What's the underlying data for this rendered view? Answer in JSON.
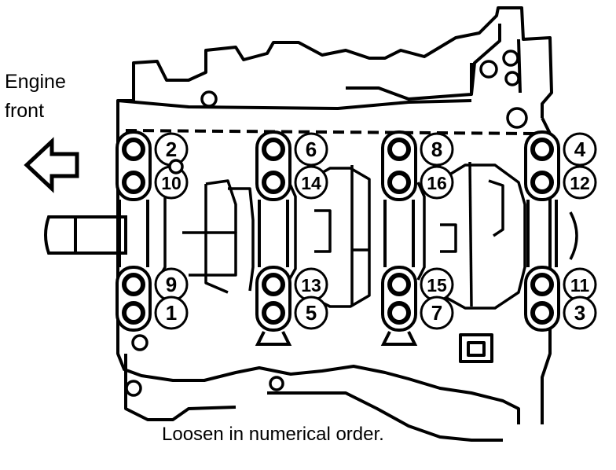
{
  "labels": {
    "engine_front_line1": "Engine",
    "engine_front_line2": "front",
    "instruction": "Loosen in numerical order."
  },
  "colors": {
    "ink": "#000000",
    "paper": "#ffffff"
  },
  "icons": {
    "direction": "left-arrow-outline-icon"
  },
  "bolt_sequence": [
    {
      "column": 1,
      "pair": "upper",
      "front": "2",
      "rear": "10"
    },
    {
      "column": 1,
      "pair": "lower",
      "front": "9",
      "rear": "1"
    },
    {
      "column": 2,
      "pair": "upper",
      "front": "6",
      "rear": "14"
    },
    {
      "column": 2,
      "pair": "lower",
      "front": "13",
      "rear": "5"
    },
    {
      "column": 3,
      "pair": "upper",
      "front": "8",
      "rear": "16"
    },
    {
      "column": 3,
      "pair": "lower",
      "front": "15",
      "rear": "7"
    },
    {
      "column": 4,
      "pair": "upper",
      "front": "4",
      "rear": "12"
    },
    {
      "column": 4,
      "pair": "lower",
      "front": "11",
      "rear": "3"
    }
  ]
}
